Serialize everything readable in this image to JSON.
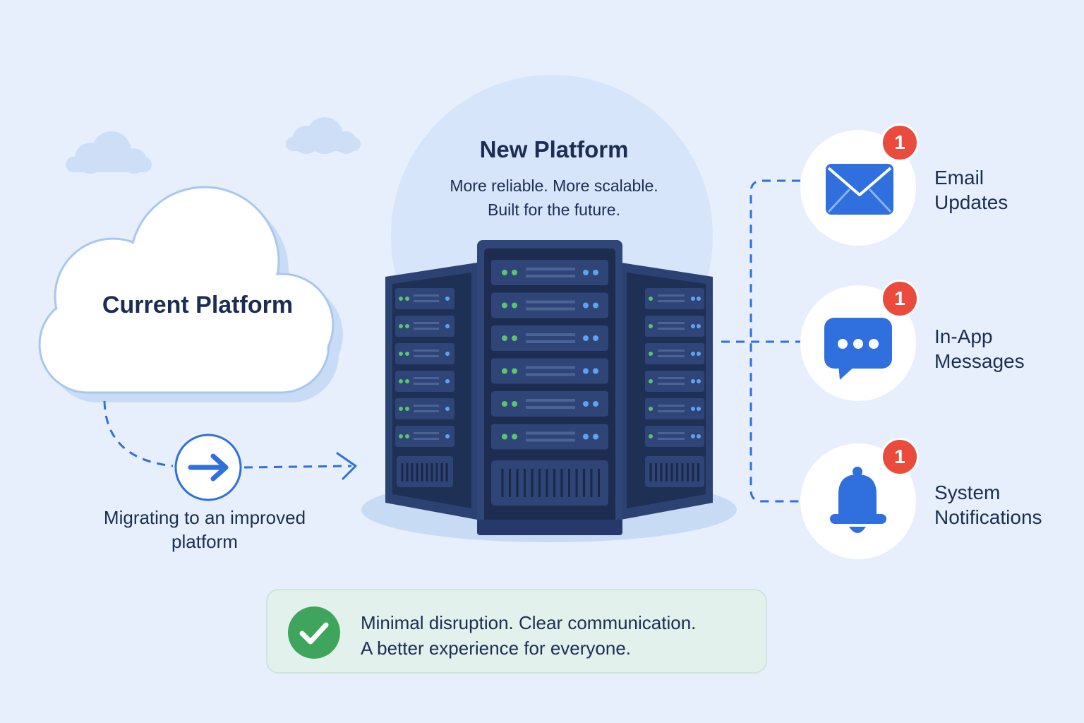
{
  "current_platform": {
    "label": "Current Platform"
  },
  "migration": {
    "label": "Migrating to an improved platform",
    "icon": "arrow-right-icon"
  },
  "new_platform": {
    "title": "New Platform",
    "subtitle_line1": "More reliable. More scalable.",
    "subtitle_line2": "Built for the future."
  },
  "channels": [
    {
      "line1": "Email",
      "line2": "Updates",
      "badge": "1",
      "icon": "envelope-icon"
    },
    {
      "line1": "In-App",
      "line2": "Messages",
      "badge": "1",
      "icon": "chat-bubble-icon"
    },
    {
      "line1": "System",
      "line2": "Notifications",
      "badge": "1",
      "icon": "bell-icon"
    }
  ],
  "footer": {
    "line1": "Minimal disruption. Clear communication.",
    "line2": "A better experience for everyone.",
    "icon": "check-circle-icon"
  },
  "colors": {
    "background": "#e6effb",
    "accent_blue": "#2f6fde",
    "server_navy": "#263a66",
    "badge_red": "#ea4b3c",
    "check_green": "#3fa55d"
  }
}
